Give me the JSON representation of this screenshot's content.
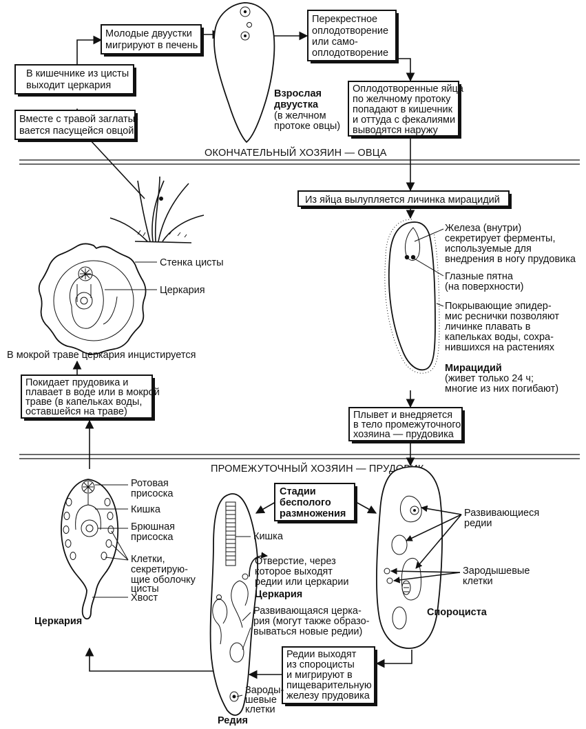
{
  "sections": {
    "final_host": "ОКОНЧАТЕЛЬНЫЙ ХОЗЯИН — ОВЦА",
    "intermediate_host": "ПРОМЕЖУТОЧНЫЙ ХОЗЯИН — ПРУДОВИК"
  },
  "boxes": {
    "young_flukes": [
      "Молодые двуустки",
      "мигрируют в печень"
    ],
    "cercaria_exits": [
      "В кишечнике из цисты",
      "выходит церкария"
    ],
    "swallowed": [
      "Вместе с травой заглаты-",
      "вается пасущейся овцой"
    ],
    "fertilization": [
      "Перекрестное",
      "оплодотворение",
      "или само-",
      "оплодотворение"
    ],
    "fertilized_eggs": [
      "Оплодотворенные яйца",
      "по желчному протоку",
      "попадают в кишечник",
      "и оттуда с фекалиями",
      "выводятся наружу"
    ],
    "miracidium_hatches": "Из яйца вылупляется личинка мирацидий",
    "swims_penetrates": [
      "Плывет и внедряется",
      "в тело промежуточного",
      "хозяина —  прудовика"
    ],
    "leaves_snail": [
      "Покидает  прудовика  и",
      "плавает в воде или в мокрой",
      "траве   (в капельках воды,",
      "оставшейся на траве)"
    ],
    "asexual_stages": [
      "Стадии",
      "бесполого",
      "размножения"
    ],
    "rediae_exit": [
      "Редии выходят",
      "из спороцисты",
      "и мигрируют в",
      "пищеварительную",
      "железу прудовика"
    ]
  },
  "labels": {
    "adult_name": "Взрослая",
    "adult_name2": "двуустка",
    "adult_note": [
      "(в желчном",
      "протоке овцы)"
    ],
    "cyst_wall": "Стенка цисты",
    "cyst_cercaria": "Церкария",
    "encysts": "В мокрой траве церкария инцистируется",
    "gland": [
      "Железа (внутри)",
      "секретирует ферменты,",
      "используемые для",
      "внедрения в ногу прудовика"
    ],
    "eyespots": [
      "Глазные пятна",
      "(на поверхности)"
    ],
    "cilia": [
      "Покрывающие эпидер-",
      "мис реснички позволяют",
      "личинке плавать в",
      "капельках воды, сохра-",
      "нившихся на растениях"
    ],
    "miracidium_name": "Мирацидий",
    "miracidium_note": [
      "(живет только 24 ч;",
      "многие из них погибают)"
    ],
    "oral_sucker": [
      "Ротовая",
      "присоска"
    ],
    "gut": "Кишка",
    "ventral_sucker": [
      "Брюшная",
      "присоска"
    ],
    "cyst_cells": [
      "Клетки,",
      "секретирую-",
      "щие оболочку",
      "цисты"
    ],
    "tail": "Хвост",
    "cercaria_name": "Церкария",
    "redia_gut": "Кишка",
    "opening": [
      "Отверстие, через",
      "которое выходят",
      "редии или церкарии"
    ],
    "redia_cercaria": "Церкария",
    "developing_cercaria": [
      "Развивающаяся церка-",
      "рия (могут также образо-",
      "вываться новые редии)"
    ],
    "germ_cells_redia": [
      "Зароды-",
      "шевые",
      "клетки"
    ],
    "redia_name": "Редия",
    "developing_rediae": [
      "Развивающиеся",
      "редии"
    ],
    "germ_cells_sporo": [
      "Зародышевые",
      "клетки"
    ],
    "sporocyst_name": "Спороциста"
  }
}
